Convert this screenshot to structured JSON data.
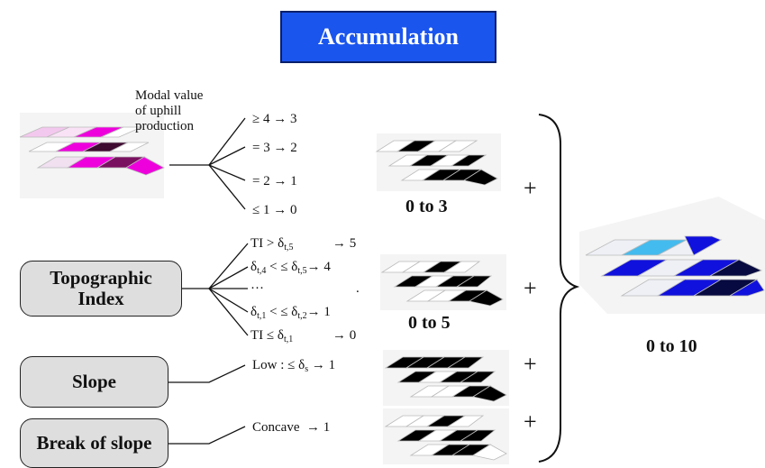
{
  "title": "Accumulation",
  "inputs": {
    "modal_label": "Modal value\nof uphill\nproduction",
    "topographic_index": "Topographic\nIndex",
    "slope": "Slope",
    "break_of_slope": "Break of slope"
  },
  "rules": {
    "modal": [
      "≥ 4 → 3",
      "= 3 → 2",
      "= 2 → 1",
      "≤ 1 → 0"
    ],
    "ti": {
      "r1_a": "TI > δ",
      "r1_sub": "t,5",
      "r1_b": "→ 5",
      "r2_a": "δ",
      "r2_sub1": "t,4",
      "r2_mid": " < ≤ δ",
      "r2_sub2": "t,5",
      "r2_b": "→ 4",
      "r3_a": "···",
      "r3_b": ".",
      "r4_a": "δ",
      "r4_sub1": "t,1",
      "r4_mid": " < ≤ δ",
      "r4_sub2": "t,2",
      "r4_b": "→ 1",
      "r5_a": "TI ≤ δ",
      "r5_sub": "t,1",
      "r5_b": "→ 0"
    },
    "slope_a": "Low : ≤ δ",
    "slope_sub": "s",
    "slope_b": "→ 1",
    "break_a": "Concave",
    "break_b": "→ 1"
  },
  "ranges": {
    "modal": "0 to 3",
    "ti": "0 to 5",
    "total": "0 to 10"
  },
  "plus": "+",
  "colors": {
    "title_bg": "#1a55ee",
    "pink_grid": [
      "#f3c8ee",
      "#f9e2f6",
      "#ee00dd",
      "#ffffff",
      "#ffffff",
      "#ee00dd",
      "#3d0a30",
      "#ffffff",
      "#f0e0f0",
      "#ee00dd",
      "#7a1060",
      "#ee00dd"
    ],
    "blue_grid": [
      "#eef0f6",
      "#44bbee",
      "#eef0f6",
      "#1111dd",
      "#1111dd",
      "#eef0f6",
      "#1111dd",
      "#060a40",
      "#eef0f6",
      "#1111dd",
      "#060a40",
      "#1111dd"
    ]
  }
}
